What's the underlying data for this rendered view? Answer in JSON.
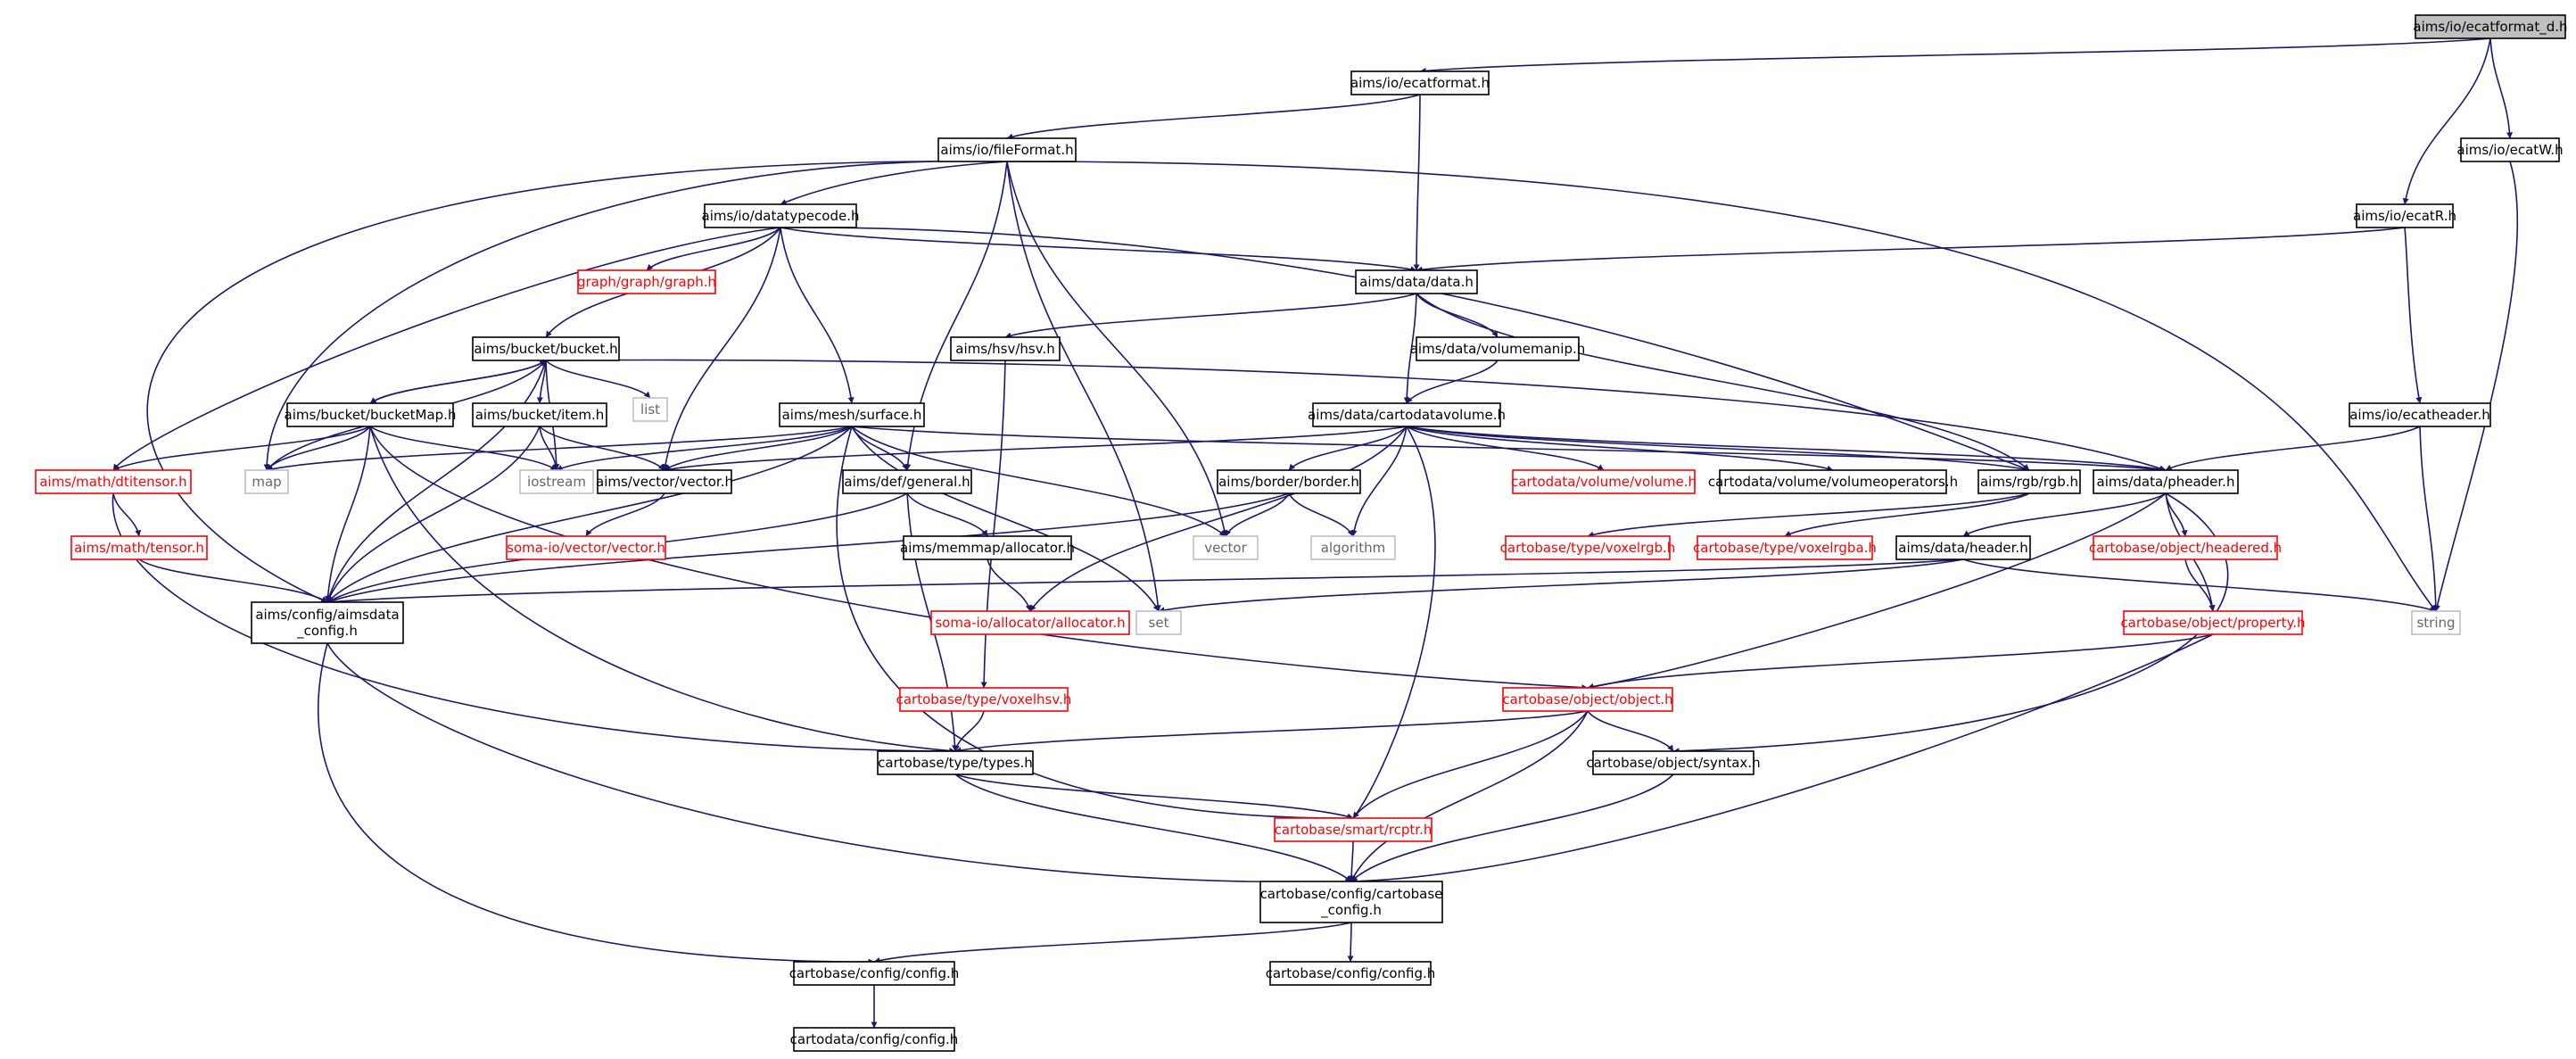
{
  "graph": {
    "colors": {
      "edge": "#191970",
      "text_normal": "#000000",
      "border_normal": "#000000",
      "border_missing": "#ff0000",
      "text_system": "#000000",
      "border_system": "#bfbfbf",
      "root_fill": "#bfbfbf"
    },
    "nodes": [
      {
        "id": "root",
        "label": "aims/io/ecatformat_d.h",
        "kind": "root"
      },
      {
        "id": "ecatformat",
        "label": "aims/io/ecatformat.h",
        "kind": "normal"
      },
      {
        "id": "ecatW",
        "label": "aims/io/ecatW.h",
        "kind": "normal"
      },
      {
        "id": "fileFormat",
        "label": "aims/io/fileFormat.h",
        "kind": "normal"
      },
      {
        "id": "datatypecode",
        "label": "aims/io/datatypecode.h",
        "kind": "normal"
      },
      {
        "id": "ecatR",
        "label": "aims/io/ecatR.h",
        "kind": "normal"
      },
      {
        "id": "graph",
        "label": "graph/graph/graph.h",
        "kind": "missing"
      },
      {
        "id": "data",
        "label": "aims/data/data.h",
        "kind": "normal"
      },
      {
        "id": "bucket",
        "label": "aims/bucket/bucket.h",
        "kind": "normal"
      },
      {
        "id": "hsv",
        "label": "aims/hsv/hsv.h",
        "kind": "normal"
      },
      {
        "id": "volumemanip",
        "label": "aims/data/volumemanip.h",
        "kind": "normal"
      },
      {
        "id": "list",
        "label": "list",
        "kind": "system"
      },
      {
        "id": "surface",
        "label": "aims/mesh/surface.h",
        "kind": "normal"
      },
      {
        "id": "bucketMap",
        "label": "aims/bucket/bucketMap.h",
        "kind": "normal"
      },
      {
        "id": "item",
        "label": "aims/bucket/item.h",
        "kind": "normal"
      },
      {
        "id": "cartodatavolume",
        "label": "aims/data/cartodatavolume.h",
        "kind": "normal"
      },
      {
        "id": "ecatheader",
        "label": "aims/io/ecatheader.h",
        "kind": "normal"
      },
      {
        "id": "dtitensor",
        "label": "aims/math/dtitensor.h",
        "kind": "missing"
      },
      {
        "id": "map",
        "label": "map",
        "kind": "system"
      },
      {
        "id": "iostream",
        "label": "iostream",
        "kind": "system"
      },
      {
        "id": "vectorh",
        "label": "aims/vector/vector.h",
        "kind": "normal"
      },
      {
        "id": "general",
        "label": "aims/def/general.h",
        "kind": "normal"
      },
      {
        "id": "border",
        "label": "aims/border/border.h",
        "kind": "normal"
      },
      {
        "id": "volumeh",
        "label": "cartodata/volume/volume.h",
        "kind": "missing"
      },
      {
        "id": "volumeops",
        "label": "cartodata/volume/volumeoperators.h",
        "kind": "normal"
      },
      {
        "id": "rgb",
        "label": "aims/rgb/rgb.h",
        "kind": "normal"
      },
      {
        "id": "pheader",
        "label": "aims/data/pheader.h",
        "kind": "normal"
      },
      {
        "id": "tensor",
        "label": "aims/math/tensor.h",
        "kind": "missing"
      },
      {
        "id": "somavector",
        "label": "soma-io/vector/vector.h",
        "kind": "missing"
      },
      {
        "id": "memmap",
        "label": "aims/memmap/allocator.h",
        "kind": "normal"
      },
      {
        "id": "vector",
        "label": "vector",
        "kind": "system"
      },
      {
        "id": "algorithm",
        "label": "algorithm",
        "kind": "system"
      },
      {
        "id": "voxelrgb",
        "label": "cartobase/type/voxelrgb.h",
        "kind": "missing"
      },
      {
        "id": "voxelrgba",
        "label": "cartobase/type/voxelrgba.h",
        "kind": "missing"
      },
      {
        "id": "header",
        "label": "aims/data/header.h",
        "kind": "normal"
      },
      {
        "id": "headered",
        "label": "cartobase/object/headered.h",
        "kind": "missing"
      },
      {
        "id": "aimsdataconfig",
        "label": "aims/config/aimsdata\n_config.h",
        "kind": "normal"
      },
      {
        "id": "somaallocator",
        "label": "soma-io/allocator/allocator.h",
        "kind": "missing"
      },
      {
        "id": "set",
        "label": "set",
        "kind": "system"
      },
      {
        "id": "property",
        "label": "cartobase/object/property.h",
        "kind": "missing"
      },
      {
        "id": "string",
        "label": "string",
        "kind": "system"
      },
      {
        "id": "voxelhsv",
        "label": "cartobase/type/voxelhsv.h",
        "kind": "missing"
      },
      {
        "id": "object",
        "label": "cartobase/object/object.h",
        "kind": "missing"
      },
      {
        "id": "types",
        "label": "cartobase/type/types.h",
        "kind": "normal"
      },
      {
        "id": "syntax",
        "label": "cartobase/object/syntax.h",
        "kind": "normal"
      },
      {
        "id": "rcptr",
        "label": "cartobase/smart/rcptr.h",
        "kind": "missing"
      },
      {
        "id": "cartobaseconfig",
        "label": "cartobase/config/cartobase\n_config.h",
        "kind": "normal"
      },
      {
        "id": "configL",
        "label": "cartobase/config/config.h",
        "kind": "normal"
      },
      {
        "id": "configR",
        "label": "cartobase/config/config.h",
        "kind": "normal"
      },
      {
        "id": "cartodataconfig",
        "label": "cartodata/config/config.h",
        "kind": "normal"
      }
    ],
    "edges": [
      [
        "root",
        "ecatformat"
      ],
      [
        "root",
        "ecatR"
      ],
      [
        "root",
        "ecatW"
      ],
      [
        "ecatformat",
        "fileFormat"
      ],
      [
        "ecatformat",
        "data"
      ],
      [
        "ecatW",
        "string"
      ],
      [
        "ecatR",
        "data"
      ],
      [
        "ecatR",
        "ecatheader"
      ],
      [
        "fileFormat",
        "datatypecode"
      ],
      [
        "fileFormat",
        "aimsdataconfig"
      ],
      [
        "fileFormat",
        "map"
      ],
      [
        "fileFormat",
        "general"
      ],
      [
        "fileFormat",
        "set"
      ],
      [
        "fileFormat",
        "vector"
      ],
      [
        "fileFormat",
        "string"
      ],
      [
        "datatypecode",
        "graph"
      ],
      [
        "datatypecode",
        "data"
      ],
      [
        "datatypecode",
        "bucket"
      ],
      [
        "datatypecode",
        "surface"
      ],
      [
        "datatypecode",
        "vectorh"
      ],
      [
        "datatypecode",
        "dtitensor"
      ],
      [
        "datatypecode",
        "rgb"
      ],
      [
        "data",
        "hsv"
      ],
      [
        "data",
        "volumemanip"
      ],
      [
        "data",
        "cartodatavolume"
      ],
      [
        "data",
        "rgb"
      ],
      [
        "volumemanip",
        "cartodatavolume"
      ],
      [
        "hsv",
        "voxelhsv"
      ],
      [
        "bucket",
        "list"
      ],
      [
        "bucket",
        "bucketMap"
      ],
      [
        "bucket",
        "item"
      ],
      [
        "bucket",
        "map"
      ],
      [
        "bucket",
        "iostream"
      ],
      [
        "bucket",
        "aimsdataconfig"
      ],
      [
        "bucket",
        "pheader"
      ],
      [
        "bucketMap",
        "bucket"
      ],
      [
        "bucketMap",
        "map"
      ],
      [
        "bucketMap",
        "iostream"
      ],
      [
        "bucketMap",
        "dtitensor"
      ],
      [
        "bucketMap",
        "aimsdataconfig"
      ],
      [
        "bucketMap",
        "object"
      ],
      [
        "bucketMap",
        "types"
      ],
      [
        "item",
        "iostream"
      ],
      [
        "item",
        "vectorh"
      ],
      [
        "item",
        "aimsdataconfig"
      ],
      [
        "surface",
        "map"
      ],
      [
        "surface",
        "iostream"
      ],
      [
        "surface",
        "vectorh"
      ],
      [
        "surface",
        "general"
      ],
      [
        "surface",
        "vector"
      ],
      [
        "surface",
        "set"
      ],
      [
        "surface",
        "aimsdataconfig"
      ],
      [
        "surface",
        "pheader"
      ],
      [
        "surface",
        "rcptr"
      ],
      [
        "cartodatavolume",
        "vectorh"
      ],
      [
        "cartodatavolume",
        "border"
      ],
      [
        "cartodatavolume",
        "volumeh"
      ],
      [
        "cartodatavolume",
        "volumeops"
      ],
      [
        "cartodatavolume",
        "rgb"
      ],
      [
        "cartodatavolume",
        "pheader"
      ],
      [
        "cartodatavolume",
        "algorithm"
      ],
      [
        "cartodatavolume",
        "somaallocator"
      ],
      [
        "cartodatavolume",
        "rcptr"
      ],
      [
        "ecatheader",
        "pheader"
      ],
      [
        "ecatheader",
        "string"
      ],
      [
        "dtitensor",
        "tensor"
      ],
      [
        "dtitensor",
        "types"
      ],
      [
        "tensor",
        "aimsdataconfig"
      ],
      [
        "vectorh",
        "somavector"
      ],
      [
        "general",
        "memmap"
      ],
      [
        "general",
        "aimsdataconfig"
      ],
      [
        "general",
        "types"
      ],
      [
        "memmap",
        "somaallocator"
      ],
      [
        "border",
        "vector"
      ],
      [
        "border",
        "algorithm"
      ],
      [
        "border",
        "aimsdataconfig"
      ],
      [
        "rgb",
        "voxelrgb"
      ],
      [
        "rgb",
        "voxelrgba"
      ],
      [
        "pheader",
        "header"
      ],
      [
        "pheader",
        "headered"
      ],
      [
        "pheader",
        "property"
      ],
      [
        "pheader",
        "object"
      ],
      [
        "pheader",
        "syntax"
      ],
      [
        "header",
        "aimsdataconfig"
      ],
      [
        "header",
        "set"
      ],
      [
        "header",
        "string"
      ],
      [
        "headered",
        "property"
      ],
      [
        "property",
        "object"
      ],
      [
        "property",
        "cartobaseconfig"
      ],
      [
        "voxelhsv",
        "types"
      ],
      [
        "object",
        "types"
      ],
      [
        "object",
        "syntax"
      ],
      [
        "object",
        "rcptr"
      ],
      [
        "object",
        "cartobaseconfig"
      ],
      [
        "types",
        "rcptr"
      ],
      [
        "types",
        "cartobaseconfig"
      ],
      [
        "syntax",
        "cartobaseconfig"
      ],
      [
        "rcptr",
        "cartobaseconfig"
      ],
      [
        "aimsdataconfig",
        "cartobaseconfig"
      ],
      [
        "aimsdataconfig",
        "configL"
      ],
      [
        "cartobaseconfig",
        "configL"
      ],
      [
        "cartobaseconfig",
        "configR"
      ],
      [
        "configL",
        "cartodataconfig"
      ]
    ]
  }
}
